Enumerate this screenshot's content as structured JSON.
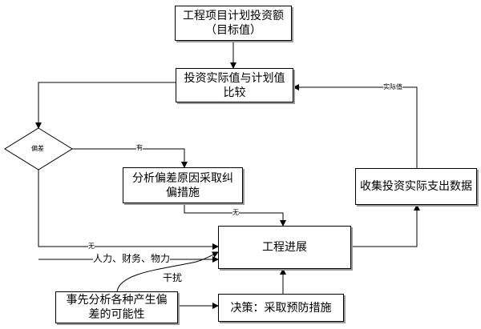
{
  "nodes": {
    "target": {
      "line1": "工程项目计划投资额",
      "line2": "（目标值）"
    },
    "compare": {
      "line1": "投资实际值与计划值",
      "line2": "比较"
    },
    "deviation": {
      "label": "偏差"
    },
    "analyze": {
      "line1": "分析偏差原因采取纠",
      "line2": "偏措施"
    },
    "collect": {
      "label": "收集投资实际支出数据"
    },
    "progress": {
      "label": "工程进展"
    },
    "risk": {
      "line1": "事先分析各种产生偏",
      "line2": "差的可能性"
    },
    "decision": {
      "label": "决策：采取预防措施"
    }
  },
  "edges": {
    "actual_value": "实际值",
    "has": "有",
    "none_from_analyze": "无",
    "none_from_deviation": "无",
    "resources": "人力、财务、物力",
    "interference": "干扰"
  }
}
